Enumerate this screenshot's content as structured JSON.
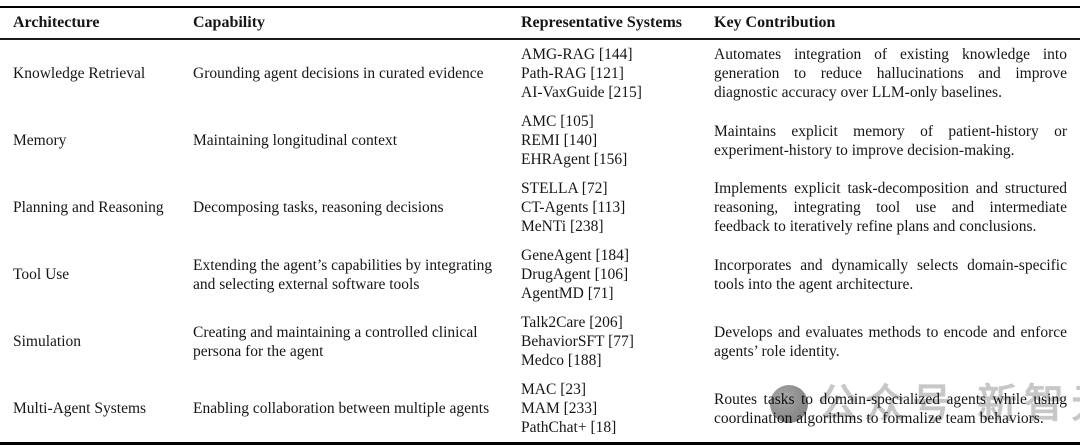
{
  "table": {
    "columns": [
      "Architecture",
      "Capability",
      "Representative Systems",
      "Key Contribution"
    ],
    "rows": [
      {
        "architecture": "Knowledge Retrieval",
        "capability": "Grounding agent decisions in curated evidence",
        "systems": [
          "AMG-RAG [144]",
          "Path-RAG [121]",
          "AI-VaxGuide [215]"
        ],
        "contribution": "Automates integration of existing knowledge into generation to reduce hallucinations and improve diagnostic accuracy over LLM-only baselines."
      },
      {
        "architecture": "Memory",
        "capability": "Maintaining longitudinal context",
        "systems": [
          "AMC [105]",
          "REMI [140]",
          "EHRAgent [156]"
        ],
        "contribution": "Maintains explicit memory of patient-history or experiment-history to improve decision-making."
      },
      {
        "architecture": "Planning and Reasoning",
        "capability": "Decomposing tasks, reasoning decisions",
        "systems": [
          "STELLA [72]",
          "CT-Agents [113]",
          "MeNTi [238]"
        ],
        "contribution": "Implements explicit task-decomposition and structured reasoning, integrating tool use and intermediate feedback to iteratively refine plans and conclusions."
      },
      {
        "architecture": "Tool Use",
        "capability": "Extending the agent’s capabilities by integrating and selecting external software tools",
        "systems": [
          "GeneAgent [184]",
          "DrugAgent [106]",
          "AgentMD [71]"
        ],
        "contribution": "Incorporates and dynamically selects domain-specific tools into the agent architecture."
      },
      {
        "architecture": "Simulation",
        "capability": "Creating and maintaining a controlled clinical persona for the agent",
        "systems": [
          "Talk2Care [206]",
          "BehaviorSFT [77]",
          "Medco [188]"
        ],
        "contribution": "Develops and evaluates methods to encode and enforce agents’ role identity."
      },
      {
        "architecture": "Multi-Agent Systems",
        "capability": "Enabling collaboration between multiple agents",
        "systems": [
          "MAC [23]",
          "MAM [233]",
          "PathChat+ [18]"
        ],
        "contribution": "Routes tasks to domain-specialized agents while using coordination algorithms to formalize team behaviors."
      }
    ]
  },
  "watermark": {
    "text": "公众号 新智元",
    "text_color": "#c7c7c7",
    "logo_color": "#8c8c8c"
  }
}
